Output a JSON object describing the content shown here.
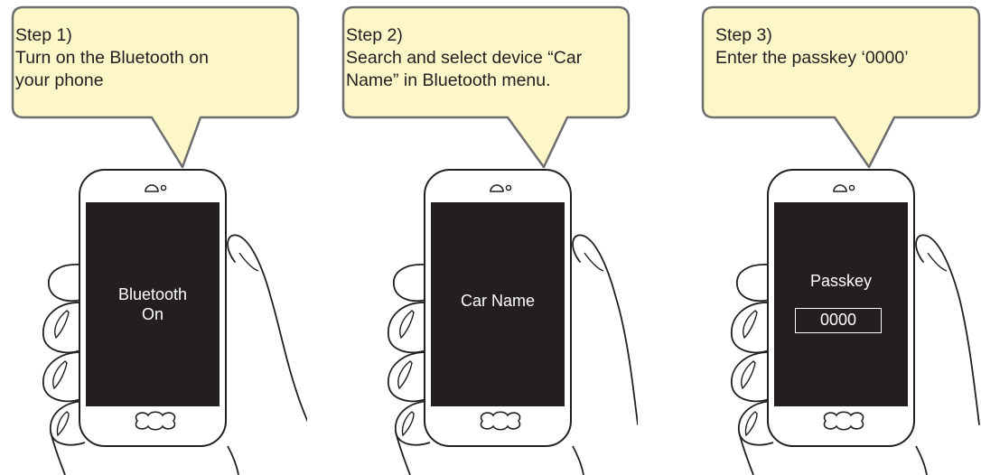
{
  "colors": {
    "bubble_fill": "#fdf6c8",
    "bubble_stroke": "#6d6e70",
    "screen_fill": "#231f20",
    "outline": "#231f20"
  },
  "steps": [
    {
      "label": "Step 1)",
      "lines": [
        "Turn on the Bluetooth on",
        "your phone"
      ],
      "screen": {
        "lines": [
          "Bluetooth",
          "On"
        ]
      }
    },
    {
      "label": "Step 2)",
      "lines": [
        "Search and select device “Car",
        "Name” in Bluetooth menu."
      ],
      "screen": {
        "lines": [
          "Car Name"
        ]
      }
    },
    {
      "label": "Step 3)",
      "lines": [
        "Enter the passkey ‘0000’"
      ],
      "screen": {
        "lines": [
          "Passkey"
        ],
        "field_value": "0000"
      }
    }
  ]
}
